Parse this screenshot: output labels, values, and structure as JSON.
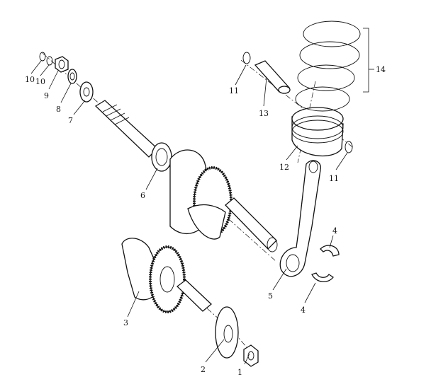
{
  "diagram": {
    "callouts": [
      {
        "id": "c1",
        "label": "1"
      },
      {
        "id": "c2",
        "label": "2"
      },
      {
        "id": "c3",
        "label": "3"
      },
      {
        "id": "c4a",
        "label": "4"
      },
      {
        "id": "c4b",
        "label": "4"
      },
      {
        "id": "c5",
        "label": "5"
      },
      {
        "id": "c6",
        "label": "6"
      },
      {
        "id": "c7",
        "label": "7"
      },
      {
        "id": "c8",
        "label": "8"
      },
      {
        "id": "c9",
        "label": "9"
      },
      {
        "id": "c10a",
        "label": "10"
      },
      {
        "id": "c10b",
        "label": "10"
      },
      {
        "id": "c11a",
        "label": "11"
      },
      {
        "id": "c11b",
        "label": "11"
      },
      {
        "id": "c12",
        "label": "12"
      },
      {
        "id": "c13",
        "label": "13"
      },
      {
        "id": "c14",
        "label": "14"
      }
    ]
  }
}
